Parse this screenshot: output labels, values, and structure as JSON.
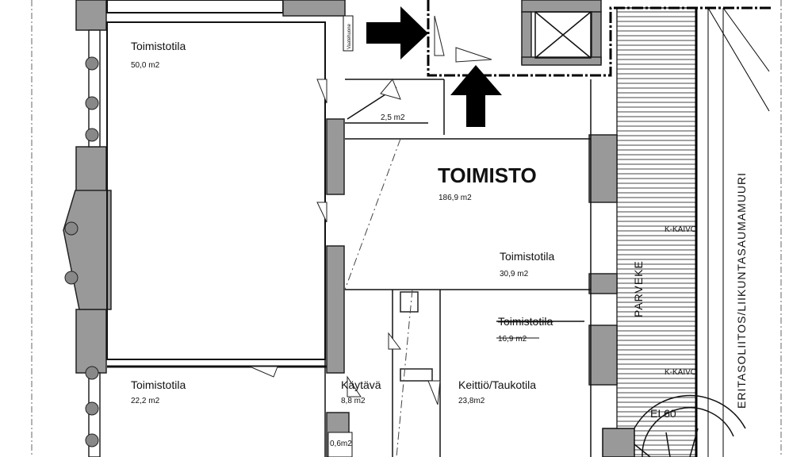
{
  "rooms": {
    "office_top_left": {
      "name": "Toimistotila",
      "area": "50,0 m2"
    },
    "corridor_small": {
      "area": "2,5 m2"
    },
    "main": {
      "name": "TOIMISTO",
      "area": "186,9 m2"
    },
    "office_right": {
      "name": "Toimistotila",
      "area": "30,9 m2"
    },
    "office_struck": {
      "name": "Toimistotila",
      "area": "16,9 m2"
    },
    "office_bottom_left": {
      "name": "Toimistotila",
      "area": "22,2 m2"
    },
    "hallway": {
      "name": "Käytävä",
      "area": "8,8 m2"
    },
    "kitchen": {
      "name": "Keittiö/Taukotila",
      "area": "23,8m2"
    },
    "wc": {
      "area": "0,6m2"
    }
  },
  "labels": {
    "balcony": "PARVEKE",
    "fire_wall": "ERITASOLIITOS/LIIKUNTASAUMAMUURI",
    "fire_class": "EI 60",
    "small_box": "Vaatehuone",
    "kkaivo_1": "K-KAIVO",
    "kkaivo_2": "K-KAIVO"
  }
}
